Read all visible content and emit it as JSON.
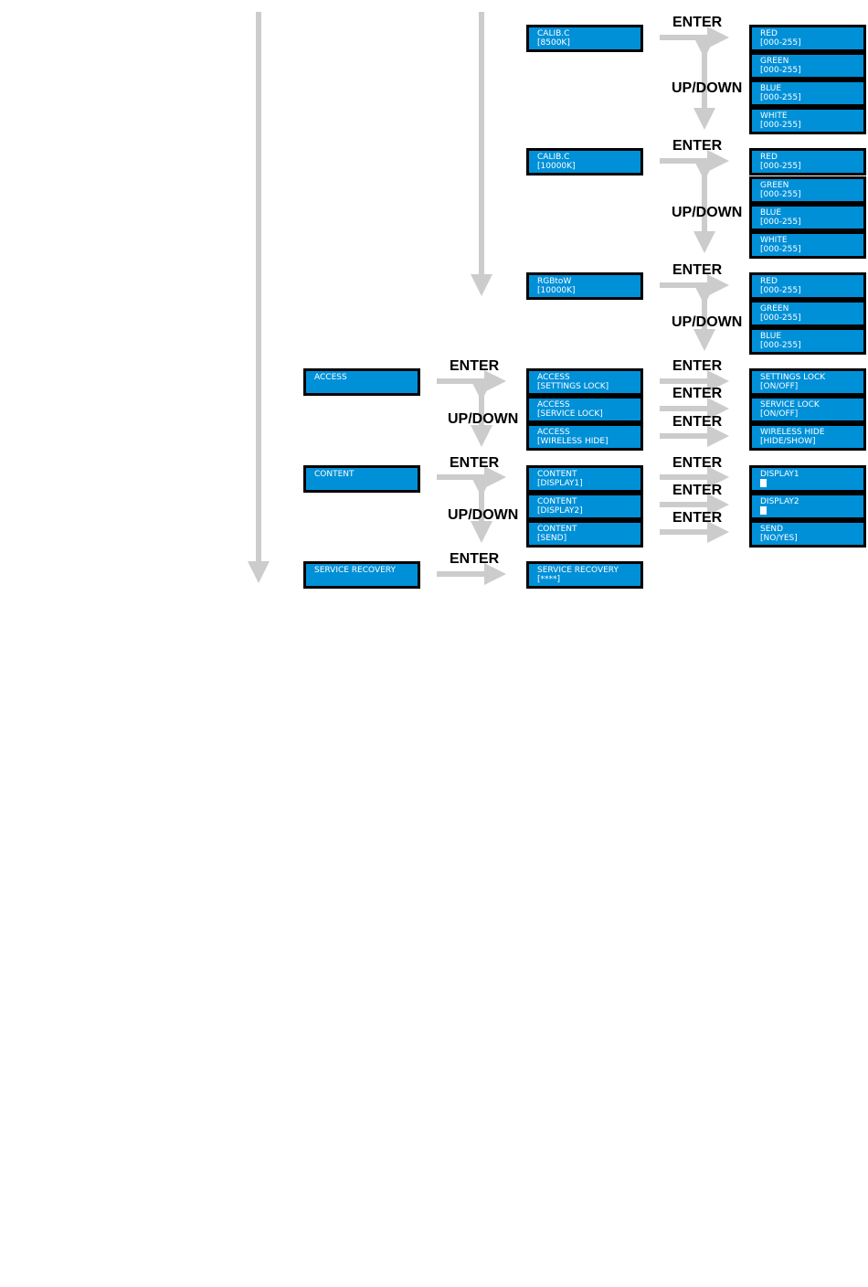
{
  "labels": {
    "enter": "ENTER",
    "updown": "UP/DOWN"
  },
  "boxes": {
    "calib_8500": [
      "CALIB.C",
      "[8500K]"
    ],
    "calib_10000": [
      "CALIB.C",
      "[10000K]"
    ],
    "rgbtow": [
      "RGBtoW",
      "[10000K]"
    ],
    "red": [
      "RED",
      "[000-255]"
    ],
    "green": [
      "GREEN",
      "[000-255]"
    ],
    "blue": [
      "BLUE",
      "[000-255]"
    ],
    "white": [
      "WHITE",
      "[000-255]"
    ],
    "access": [
      "ACCESS"
    ],
    "access_settings": [
      "ACCESS",
      "[SETTINGS LOCK]"
    ],
    "access_service": [
      "ACCESS",
      "[SERVICE LOCK]"
    ],
    "access_wireless": [
      "ACCESS",
      "[WIRELESS HIDE]"
    ],
    "settings_lock": [
      "SETTINGS LOCK",
      "[ON/OFF]"
    ],
    "service_lock": [
      "SERVICE LOCK",
      "[ON/OFF]"
    ],
    "wireless_hide": [
      "WIRELESS HIDE",
      "[HIDE/SHOW]"
    ],
    "content": [
      "CONTENT"
    ],
    "content_d1": [
      "CONTENT",
      "[DISPLAY1]"
    ],
    "content_d2": [
      "CONTENT",
      "[DISPLAY2]"
    ],
    "content_send": [
      "CONTENT",
      "[SEND]"
    ],
    "display1": [
      "DISPLAY1"
    ],
    "display2": [
      "DISPLAY2"
    ],
    "send": [
      "SEND",
      "[NO/YES]"
    ],
    "service_recovery": [
      "SERVICE RECOVERY"
    ],
    "service_recovery_code": [
      "SERVICE RECOVERY",
      "[****]"
    ]
  },
  "colors": {
    "lcd": "#0090d8",
    "arrow": "#cccccc",
    "border": "#000000"
  }
}
